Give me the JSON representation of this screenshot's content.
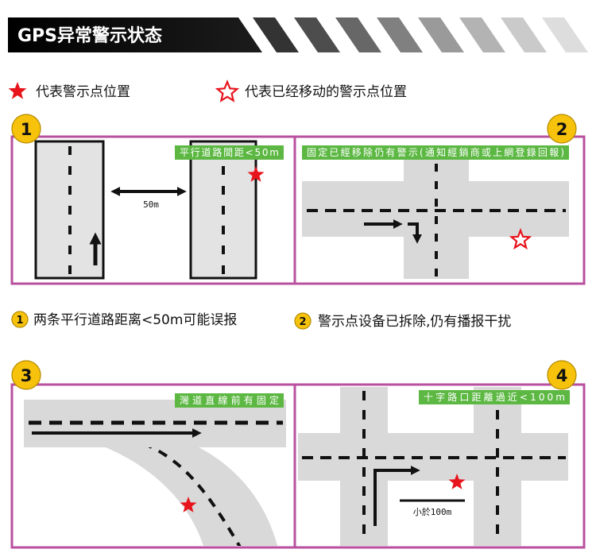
{
  "header": {
    "title": "GPS异常警示状态"
  },
  "legend": {
    "warning_point": {
      "icon": "filled-star-icon",
      "label": "代表警示点位置"
    },
    "moved_point": {
      "icon": "outline-star-icon",
      "label": "代表已经移动的警示点位置"
    }
  },
  "panels": [
    {
      "number": "1",
      "tag": "平行道路間距<50m",
      "distance_label": "50m"
    },
    {
      "number": "2",
      "tag": "固定已經移除仍有警示(通知經銷商或上網登錄回報)"
    },
    {
      "number": "3",
      "tag": "灣道直線前有固定"
    },
    {
      "number": "4",
      "tag": "十字路口距離過近<100m",
      "distance_label": "小於100m"
    }
  ],
  "captions": [
    {
      "number": "1",
      "text": "两条平行道路距离<50m可能误报"
    },
    {
      "number": "2",
      "text": "警示点设备已拆除,仍有播报干扰"
    }
  ],
  "colors": {
    "warning_star": "#e8141c",
    "frame": "#b8509f",
    "tag": "#5cb843",
    "badge": "#f6c20c",
    "road": "#d9d9d9"
  }
}
